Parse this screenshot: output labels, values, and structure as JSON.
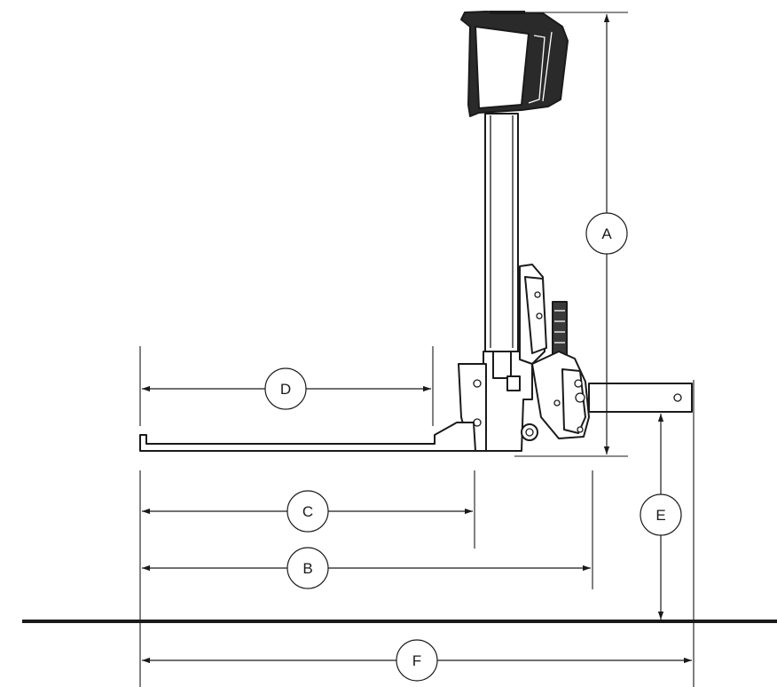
{
  "labels": {
    "a": "A",
    "b": "B",
    "c": "C",
    "d": "D",
    "e": "E",
    "f": "F"
  },
  "colors": {
    "ink": "#1a1a1a",
    "head_fill": "#2a2a2a",
    "background": "#ffffff"
  }
}
